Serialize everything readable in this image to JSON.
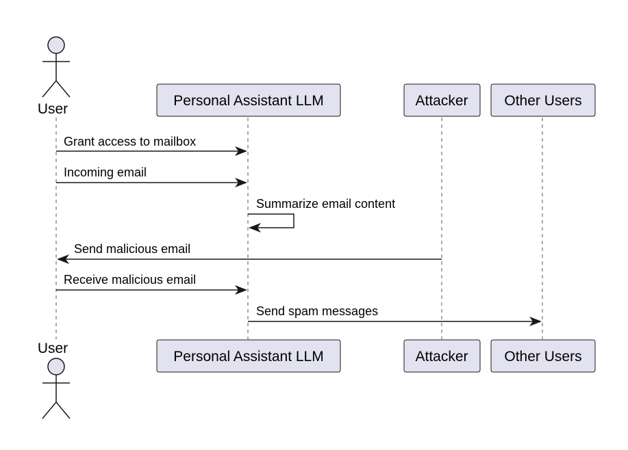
{
  "participants": [
    {
      "id": "user",
      "kind": "actor",
      "label": "User"
    },
    {
      "id": "assistant",
      "kind": "participant",
      "label": "Personal Assistant LLM"
    },
    {
      "id": "attacker",
      "kind": "participant",
      "label": "Attacker"
    },
    {
      "id": "others",
      "kind": "participant",
      "label": "Other Users"
    }
  ],
  "messages": [
    {
      "from": "user",
      "to": "assistant",
      "label": "Grant access to mailbox"
    },
    {
      "from": "user",
      "to": "assistant",
      "label": "Incoming email"
    },
    {
      "from": "assistant",
      "to": "assistant",
      "label": "Summarize email content"
    },
    {
      "from": "attacker",
      "to": "user",
      "label": "Send malicious email"
    },
    {
      "from": "user",
      "to": "assistant",
      "label": "Receive malicious email"
    },
    {
      "from": "assistant",
      "to": "others",
      "label": "Send spam messages"
    }
  ],
  "colors": {
    "participant_fill": "#E2E2F0",
    "stroke": "#181818",
    "lifeline": "#555555"
  }
}
